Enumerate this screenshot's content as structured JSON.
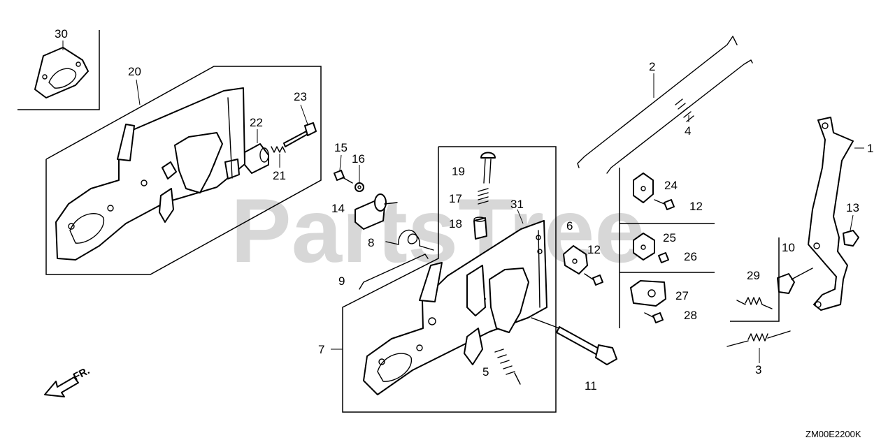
{
  "diagram": {
    "watermark": "PartsTree",
    "diagram_code": "ZM00E2200K",
    "direction_label": "FR.",
    "callouts": [
      "1",
      "2",
      "3",
      "4",
      "5",
      "6",
      "7",
      "8",
      "9",
      "10",
      "11",
      "12",
      "12",
      "13",
      "14",
      "15",
      "16",
      "17",
      "18",
      "19",
      "20",
      "21",
      "22",
      "23",
      "24",
      "25",
      "26",
      "27",
      "28",
      "29",
      "30",
      "31"
    ]
  }
}
